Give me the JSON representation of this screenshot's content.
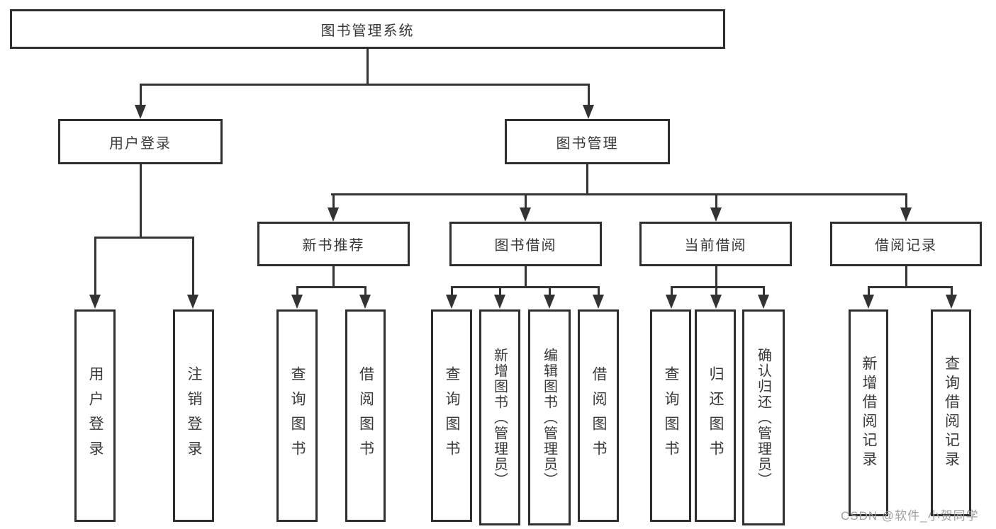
{
  "diagram": {
    "watermark": "CSDN @软件_小贺同学",
    "colors": {
      "line": "#333333",
      "box_border": "#2e2e2e",
      "text": "#383838",
      "watermark": "#9e9e9e",
      "background": "#ffffff"
    },
    "nodes": {
      "root": {
        "label": "图书管理系统"
      },
      "user_login": {
        "label": "用户登录"
      },
      "book_mgmt": {
        "label": "图书管理"
      },
      "new_book_rec": {
        "label": "新书推荐"
      },
      "book_borrow": {
        "label": "图书借阅"
      },
      "current_borrow": {
        "label": "当前借阅"
      },
      "borrow_record": {
        "label": "借阅记录"
      },
      "login": {
        "label": "用户登录"
      },
      "logout": {
        "label": "注销登录"
      },
      "nb_query": {
        "label": "查询图书"
      },
      "nb_borrow": {
        "label": "借阅图书"
      },
      "bb_query": {
        "label": "查询图书"
      },
      "bb_add": {
        "label": "新增图书（管理员）"
      },
      "bb_edit": {
        "label": "编辑图书（管理员）"
      },
      "bb_borrow": {
        "label": "借阅图书"
      },
      "cb_query": {
        "label": "查询图书"
      },
      "cb_return": {
        "label": "归还图书"
      },
      "cb_confirm": {
        "label": "确认归还（管理员）"
      },
      "br_add": {
        "label": "新增借阅记录"
      },
      "br_query": {
        "label": "查询借阅记录"
      }
    }
  }
}
